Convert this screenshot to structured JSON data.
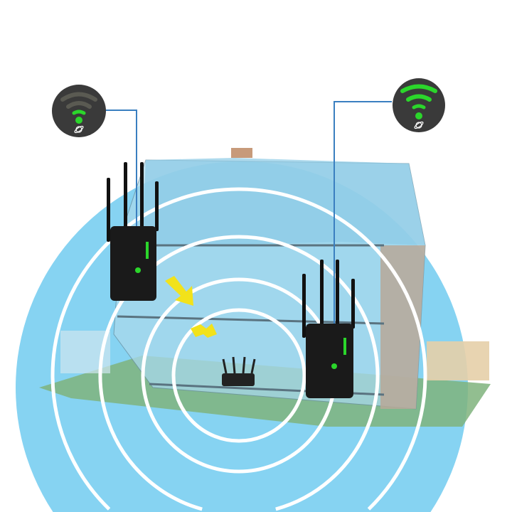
{
  "illustration": {
    "icons": {
      "left_badge": "wifi-signal-weak-icon",
      "right_badge": "wifi-signal-strong-icon",
      "planet": "planet-icon",
      "router": "router-icon",
      "extender": "wifi-extender-icon",
      "signal_arrow": "lightning-arrow-icon"
    },
    "colors": {
      "coverage": "#7fd0f0",
      "ring": "#ffffff",
      "badge": "#3a3a3a",
      "signal_on": "#2bd62b",
      "signal_off": "#5a5a52",
      "connector": "#3a7fc0",
      "arrow": "#f2e21a"
    },
    "signal_levels": {
      "left_bars_lit": 1,
      "right_bars_lit": 3,
      "bars_total": 3
    }
  }
}
